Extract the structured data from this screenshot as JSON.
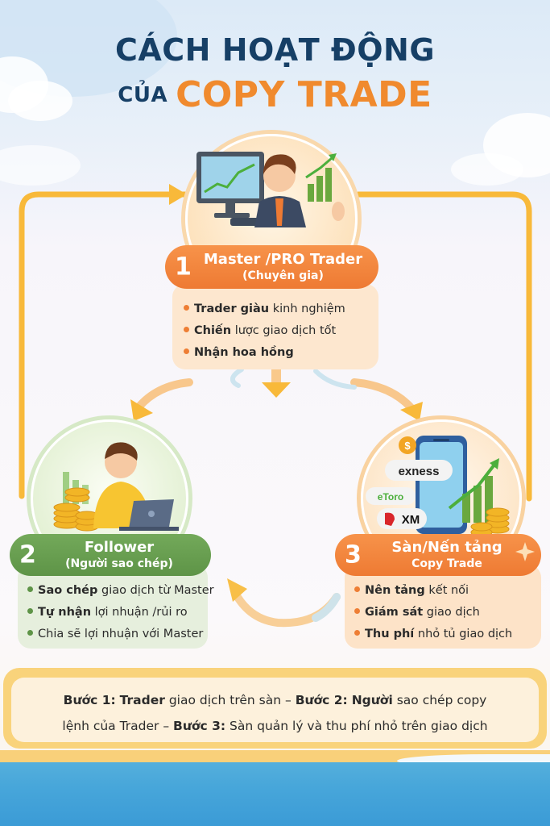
{
  "title": {
    "line1": "CÁCH HOẠT ĐỘNG",
    "line2_prefix": "CỦA",
    "line2_main": "COPY TRADE"
  },
  "colors": {
    "title_navy": "#163f66",
    "title_orange": "#f08a2e",
    "loop_yellow": "#f8b93a",
    "orange_pill": "#ee7a33",
    "green_pill": "#5e9447"
  },
  "steps": [
    {
      "number": "1",
      "title": "Master /PRO Trader",
      "subtitle": "(Chuyên gia)",
      "illustration": "trader-at-computer",
      "items": [
        {
          "bold": "Trader giàu",
          "rest": " kinh nghiệm"
        },
        {
          "bold": "Chiến",
          "rest": " lược giao dịch tốt"
        },
        {
          "bold": "Nhận hoa hồng",
          "rest": ""
        }
      ]
    },
    {
      "number": "2",
      "title": "Follower",
      "subtitle": "(Người sao chép)",
      "illustration": "follower-with-laptop",
      "items": [
        {
          "bold": "Sao chép",
          "rest": " giao dịch từ Master"
        },
        {
          "bold": "Tự nhận",
          "rest": " lợi nhuận /rủi ro"
        },
        {
          "bold": "",
          "rest": "Chia sẽ lợi nhuận với Master"
        }
      ]
    },
    {
      "number": "3",
      "title": "Sàn/Nến tảng",
      "subtitle": "Copy Trade",
      "illustration": "phone-with-brokers",
      "brokers": [
        "exness",
        "eToro",
        "XM"
      ],
      "items": [
        {
          "bold": "Nên tảng",
          "rest": " kết nối"
        },
        {
          "bold": "Giám sát",
          "rest": " giao dịch"
        },
        {
          "bold": "Thu phí",
          "rest": " nhỏ tủ giao dịch"
        }
      ]
    }
  ],
  "summary": {
    "line1_b1": "Bước 1:",
    "line1_b1_bold": "Trader",
    "line1_t1": " giao dịch trên sàn – ",
    "line1_b2": "Bước 2:",
    "line1_b2_bold": "Người",
    "line1_t2": " sao chép copy",
    "line2_t1": "lệnh của Trader – ",
    "line2_b3": "Bước 3:",
    "line2_t2": " Sàn quản lý và thu phí nhỏ trên giao dịch"
  }
}
